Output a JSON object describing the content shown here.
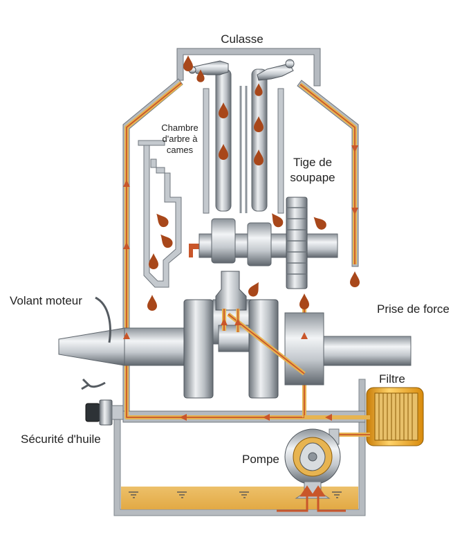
{
  "labels": {
    "culasse": "Culasse",
    "chambre_line1": "Chambre",
    "chambre_line2": "d'arbre à",
    "chambre_line3": "cames",
    "tige_line1": "Tige de",
    "tige_line2": "soupape",
    "volant": "Volant moteur",
    "prise": "Prise de force",
    "filtre": "Filtre",
    "securite": "Sécurité d'huile",
    "pompe": "Pompe"
  },
  "colors": {
    "oil": "#e7b451",
    "oil_line": "#c9562a",
    "drop": "#a8471a",
    "steel": "#9aa1a8",
    "steel_light": "#e3e6e9",
    "steel_dark": "#5d646b",
    "filter": "#f2a71c"
  }
}
